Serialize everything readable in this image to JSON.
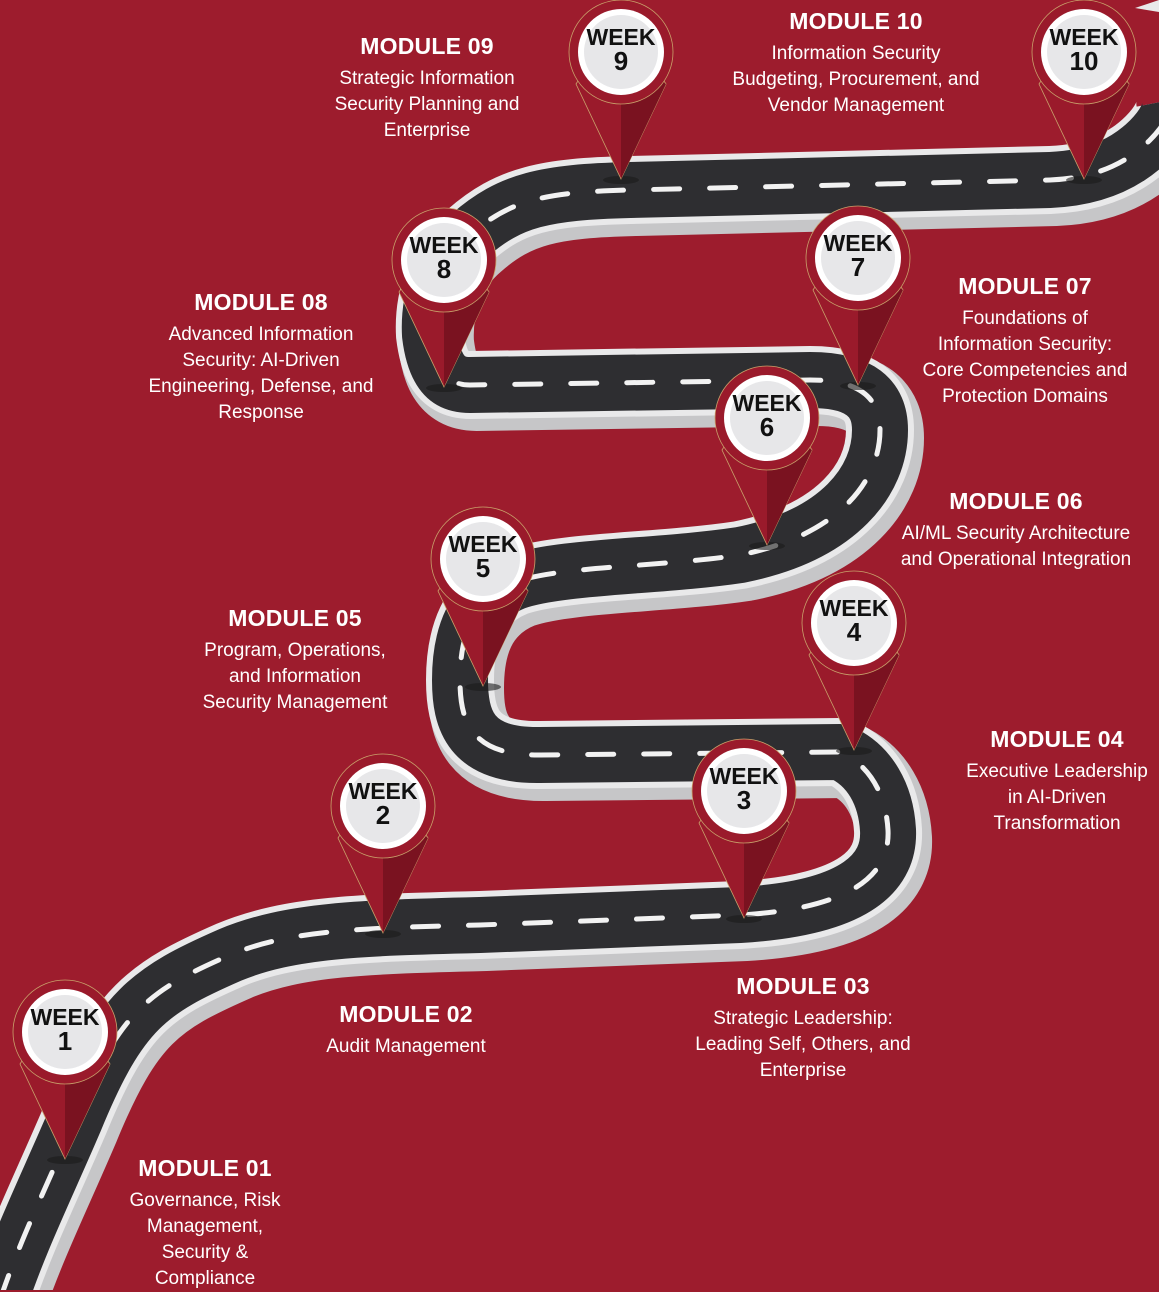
{
  "colors": {
    "background": "#9d1c2d",
    "road": "#2e2e31",
    "road_edge": "#e9e9ea",
    "road_shadow": "#c6c6c8",
    "lane_dash": "#f2f2f2",
    "pin_dark": "#7a1220",
    "pin_mid": "#9a1a2b",
    "pin_ring": "#ffffff",
    "pin_face": "#e7e7e9"
  },
  "pins": [
    {
      "week_label": "WEEK",
      "number": "1"
    },
    {
      "week_label": "WEEK",
      "number": "2"
    },
    {
      "week_label": "WEEK",
      "number": "3"
    },
    {
      "week_label": "WEEK",
      "number": "4"
    },
    {
      "week_label": "WEEK",
      "number": "5"
    },
    {
      "week_label": "WEEK",
      "number": "6"
    },
    {
      "week_label": "WEEK",
      "number": "7"
    },
    {
      "week_label": "WEEK",
      "number": "8"
    },
    {
      "week_label": "WEEK",
      "number": "9"
    },
    {
      "week_label": "WEEK",
      "number": "10"
    }
  ],
  "modules": [
    {
      "title": "MODULE 01",
      "lines": [
        "Governance, Risk",
        "Management,",
        "Security &",
        "Compliance"
      ]
    },
    {
      "title": "MODULE 02",
      "lines": [
        "Audit Management"
      ]
    },
    {
      "title": "MODULE 03",
      "lines": [
        "Strategic Leadership:",
        "Leading Self, Others, and",
        "Enterprise"
      ]
    },
    {
      "title": "MODULE 04",
      "lines": [
        "Executive Leadership",
        "in AI-Driven",
        "Transformation"
      ]
    },
    {
      "title": "MODULE 05",
      "lines": [
        "Program, Operations,",
        "and Information",
        "Security Management"
      ]
    },
    {
      "title": "MODULE 06",
      "lines": [
        "AI/ML Security Architecture",
        "and Operational Integration"
      ]
    },
    {
      "title": "MODULE 07",
      "lines": [
        "Foundations of",
        "Information Security:",
        "Core Competencies and",
        "Protection Domains"
      ]
    },
    {
      "title": "MODULE 08",
      "lines": [
        "Advanced Information",
        "Security: AI-Driven",
        "Engineering, Defense, and",
        "Response"
      ]
    },
    {
      "title": "MODULE 09",
      "lines": [
        "Strategic Information",
        "Security Planning and",
        "Enterprise"
      ]
    },
    {
      "title": "MODULE 10",
      "lines": [
        "Information Security",
        "Budgeting, Procurement, and",
        "Vendor Management"
      ]
    }
  ]
}
